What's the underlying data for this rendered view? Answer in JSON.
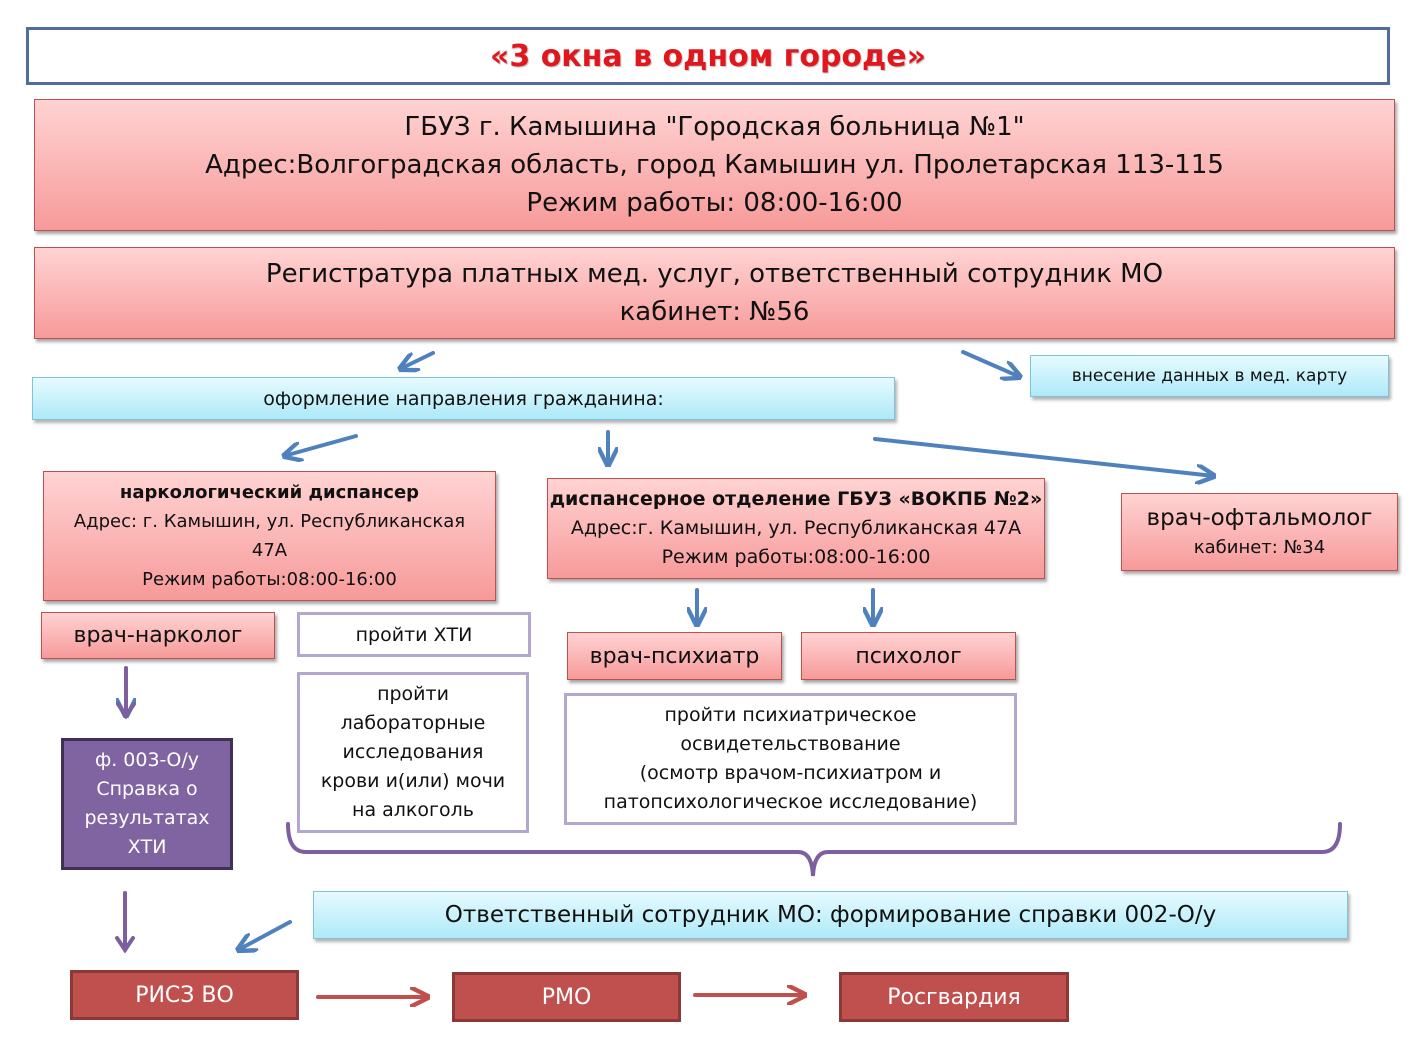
{
  "title": "«3 окна в одном городе»",
  "hospital": {
    "name": "ГБУЗ г. Камышина \"Городская больница №1\"",
    "address": "Адрес:Волгоградская область, город Камышин ул. Пролетарская 113-115",
    "hours": "Режим работы: 08:00-16:00"
  },
  "registry": {
    "line1": "Регистратура платных мед. услуг, ответственный сотрудник МО",
    "line2": "кабинет: №56"
  },
  "med_card": "внесение данных в мед. карту",
  "referral": "оформление направления гражданина:",
  "narco_dispensary": {
    "name": "наркологический диспансер",
    "address1": "Адрес: г. Камышин, ул. Республиканская",
    "address2": "47А",
    "hours": "Режим работы:08:00-16:00"
  },
  "psych_dispensary": {
    "name": "диспансерное отделение ГБУЗ «ВОКПБ №2»",
    "address": "Адрес:г. Камышин, ул. Республиканская 47А",
    "hours": "Режим работы:08:00-16:00"
  },
  "ophthalmologist": {
    "name": "врач-офтальмолог",
    "cabinet": "кабинет: №34"
  },
  "narcologist": "врач-нарколог",
  "hti": "пройти ХТИ",
  "lab_tests": [
    "пройти",
    "лабораторные",
    "исследования",
    "крови и(или) мочи",
    "на алкоголь"
  ],
  "psychiatrist": "врач-психиатр",
  "psychologist": "психолог",
  "psych_exam": [
    "пройти психиатрическое",
    "освидетельствование",
    "(осмотр врачом-психиатром и",
    "патопсихологическое исследование)"
  ],
  "form_003": [
    "ф. 003-О/у",
    "Справка о",
    "результатах",
    "ХТИ"
  ],
  "certificate": "Ответственный сотрудник МО: формирование справки 002-О/у",
  "bottom": {
    "risz": "РИСЗ ВО",
    "rmo": "РМО",
    "rosgvardia": "Росгвардия"
  },
  "colors": {
    "title_text": "#e0171c",
    "title_border": "#4f6e9b",
    "pink_border": "#c0504d",
    "cyan_border": "#7fc3d6",
    "arrow_blue": "#4f81bd",
    "arrow_red": "#c0504d",
    "purple": "#8064a2",
    "purple_outline": "#b3a6cf",
    "brace": "#7d5fa0"
  }
}
